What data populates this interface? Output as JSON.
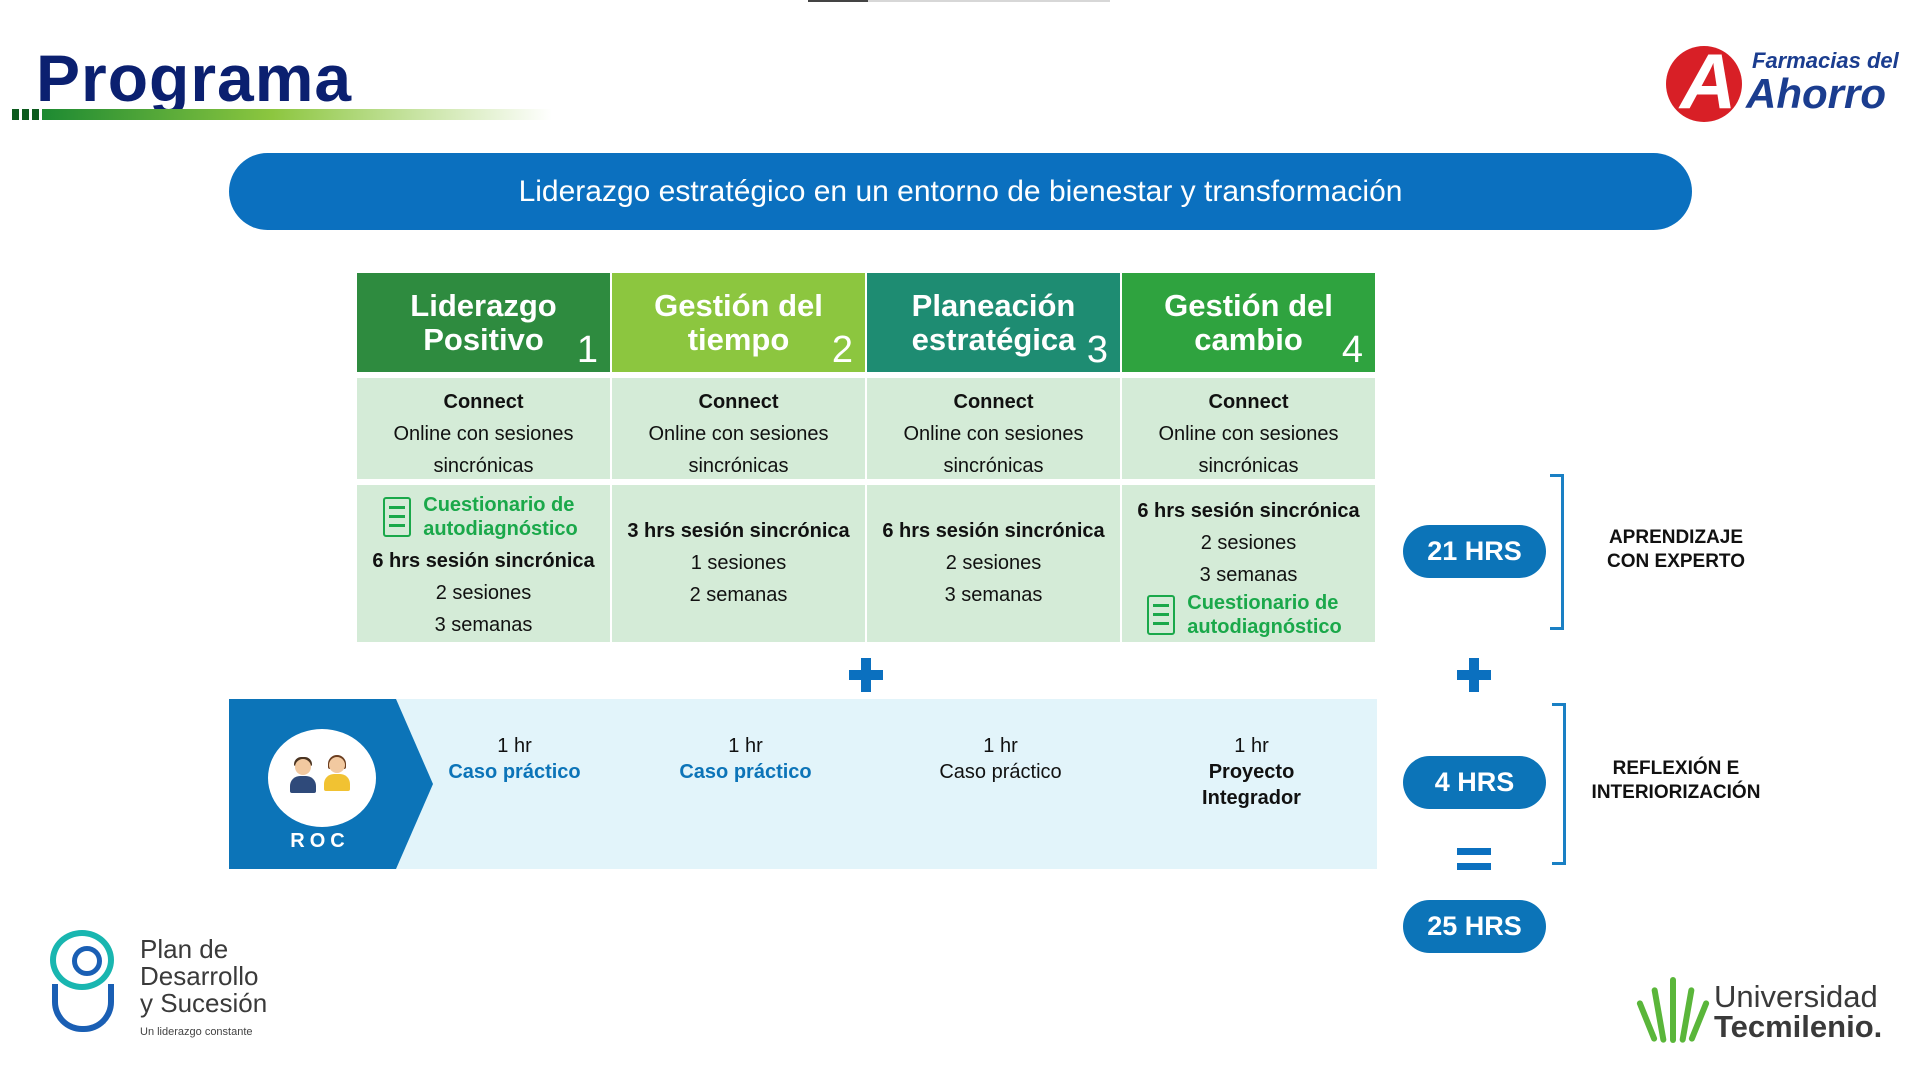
{
  "header": {
    "title": "Programa",
    "brand_line1": "Farmacias del",
    "brand_line2": "Ahorro",
    "brand_mark": "A"
  },
  "banner": {
    "text": "Liderazgo estratégico en un entorno de bienestar y transformación"
  },
  "modules": [
    {
      "title": "Liderazgo Positivo",
      "number": "1",
      "color": "#2e8b3f",
      "platform": "Connect",
      "mode_line1": "Online con sesiones",
      "mode_line2": "sincrónicas",
      "quiz_line1": "Cuestionario de",
      "quiz_line2": "autodiagnóstico",
      "hours": "6 hrs sesión sincrónica",
      "sessions": "2 sesiones",
      "weeks": "3 semanas"
    },
    {
      "title": "Gestión del tiempo",
      "number": "2",
      "color": "#8cc63f",
      "platform": "Connect",
      "mode_line1": "Online con sesiones",
      "mode_line2": "sincrónicas",
      "hours": "3 hrs sesión sincrónica",
      "sessions": "1 sesiones",
      "weeks": "2 semanas"
    },
    {
      "title": "Planeación estratégica",
      "number": "3",
      "color": "#1e8c72",
      "platform": "Connect",
      "mode_line1": "Online con sesiones",
      "mode_line2": "sincrónicas",
      "hours": "6 hrs sesión sincrónica",
      "sessions": "2 sesiones",
      "weeks": "3 semanas"
    },
    {
      "title": "Gestión del cambio",
      "number": "4",
      "color": "#2fa33f",
      "platform": "Connect",
      "mode_line1": "Online con sesiones",
      "mode_line2": "sincrónicas",
      "hours": "6 hrs sesión sincrónica",
      "sessions": "2 sesiones",
      "weeks": "3 semanas",
      "quiz_line1": "Cuestionario de",
      "quiz_line2": "autodiagnóstico"
    }
  ],
  "roc": {
    "label": "ROC",
    "items": [
      {
        "hours": "1 hr",
        "activity": "Caso práctico"
      },
      {
        "hours": "1 hr",
        "activity": "Caso práctico"
      },
      {
        "hours": "1 hr",
        "activity": "Caso práctico"
      },
      {
        "hours": "1 hr",
        "activity_line1": "Proyecto",
        "activity_line2": "Integrador"
      }
    ]
  },
  "totals": {
    "expert_hours": "21 HRS",
    "expert_line1": "APRENDIZAJE",
    "expert_line2": "CON EXPERTO",
    "reflection_hours": "4 HRS",
    "reflection_line1": "REFLEXIÓN E",
    "reflection_line2": "INTERIORIZACIÓN",
    "total_hours": "25 HRS"
  },
  "footer": {
    "pds_line1": "Plan de",
    "pds_line2": "Desarrollo",
    "pds_line3": "y Sucesión",
    "pds_tagline": "Un liderazgo constante",
    "uni_line1": "Universidad",
    "uni_line2": "Tecmilenio."
  },
  "colors": {
    "primary_blue": "#0b70bf",
    "title_navy": "#0b2070",
    "cell_green": "#d4ebd7",
    "quiz_green": "#1aa84a",
    "roc_band": "#e2f4fa"
  }
}
